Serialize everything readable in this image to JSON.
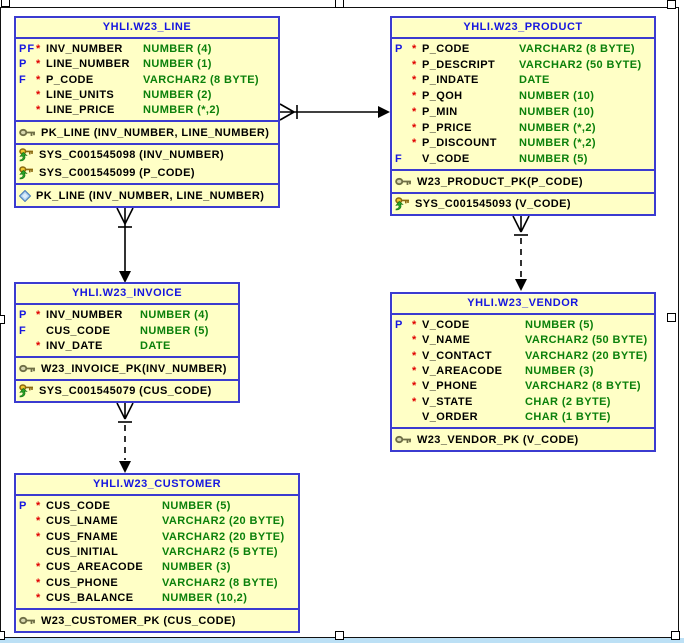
{
  "required_marker": "*",
  "colors": {
    "table_fill": "#ffffc6",
    "table_border": "#3b3bd0",
    "title_text": "#1616e0",
    "key_marker": "#1616e0",
    "required_star": "#e00000",
    "type_text": "#0b800b",
    "relationship_line": "#000000",
    "bottom_strip": "#bce0f5"
  },
  "tables": [
    {
      "id": "line",
      "title": "YHLI.W23_LINE",
      "columns": [
        {
          "keys": "PF",
          "required": true,
          "name": "INV_NUMBER",
          "type": "NUMBER (4)"
        },
        {
          "keys": "P",
          "required": true,
          "name": "LINE_NUMBER",
          "type": "NUMBER (1)"
        },
        {
          "keys": "F",
          "required": true,
          "name": "P_CODE",
          "type": "VARCHAR2 (8 BYTE)"
        },
        {
          "keys": "",
          "required": true,
          "name": "LINE_UNITS",
          "type": "NUMBER (2)"
        },
        {
          "keys": "",
          "required": true,
          "name": "LINE_PRICE",
          "type": "NUMBER (*,2)"
        }
      ],
      "primary_key": "PK_LINE (INV_NUMBER, LINE_NUMBER)",
      "indexes": [
        "SYS_C001545098 (INV_NUMBER)",
        "SYS_C001545099 (P_CODE)"
      ],
      "unique_keys": [
        "PK_LINE (INV_NUMBER, LINE_NUMBER)"
      ]
    },
    {
      "id": "product",
      "title": "YHLI.W23_PRODUCT",
      "columns": [
        {
          "keys": "P",
          "required": true,
          "name": "P_CODE",
          "type": "VARCHAR2 (8 BYTE)"
        },
        {
          "keys": "",
          "required": true,
          "name": "P_DESCRIPT",
          "type": "VARCHAR2 (50 BYTE)"
        },
        {
          "keys": "",
          "required": true,
          "name": "P_INDATE",
          "type": "DATE"
        },
        {
          "keys": "",
          "required": true,
          "name": "P_QOH",
          "type": "NUMBER (10)"
        },
        {
          "keys": "",
          "required": true,
          "name": "P_MIN",
          "type": "NUMBER (10)"
        },
        {
          "keys": "",
          "required": true,
          "name": "P_PRICE",
          "type": "NUMBER (*,2)"
        },
        {
          "keys": "",
          "required": true,
          "name": "P_DISCOUNT",
          "type": "NUMBER (*,2)"
        },
        {
          "keys": "F",
          "required": false,
          "name": "V_CODE",
          "type": "NUMBER (5)"
        }
      ],
      "primary_key": "W23_PRODUCT_PK(P_CODE)",
      "indexes": [
        "SYS_C001545093 (V_CODE)"
      ],
      "unique_keys": []
    },
    {
      "id": "invoice",
      "title": "YHLI.W23_INVOICE",
      "columns": [
        {
          "keys": "P",
          "required": true,
          "name": "INV_NUMBER",
          "type": "NUMBER (4)"
        },
        {
          "keys": "F",
          "required": false,
          "name": "CUS_CODE",
          "type": "NUMBER (5)"
        },
        {
          "keys": "",
          "required": true,
          "name": "INV_DATE",
          "type": "DATE"
        }
      ],
      "primary_key": "W23_INVOICE_PK(INV_NUMBER)",
      "indexes": [
        "SYS_C001545079 (CUS_CODE)"
      ],
      "unique_keys": []
    },
    {
      "id": "vendor",
      "title": "YHLI.W23_VENDOR",
      "columns": [
        {
          "keys": "P",
          "required": true,
          "name": "V_CODE",
          "type": "NUMBER (5)"
        },
        {
          "keys": "",
          "required": true,
          "name": "V_NAME",
          "type": "VARCHAR2 (50 BYTE)"
        },
        {
          "keys": "",
          "required": true,
          "name": "V_CONTACT",
          "type": "VARCHAR2 (20 BYTE)"
        },
        {
          "keys": "",
          "required": true,
          "name": "V_AREACODE",
          "type": "NUMBER (3)"
        },
        {
          "keys": "",
          "required": true,
          "name": "V_PHONE",
          "type": "VARCHAR2 (8 BYTE)"
        },
        {
          "keys": "",
          "required": true,
          "name": "V_STATE",
          "type": "CHAR (2 BYTE)"
        },
        {
          "keys": "",
          "required": false,
          "name": "V_ORDER",
          "type": "CHAR (1 BYTE)"
        }
      ],
      "primary_key": "W23_VENDOR_PK (V_CODE)",
      "indexes": [],
      "unique_keys": []
    },
    {
      "id": "customer",
      "title": "YHLI.W23_CUSTOMER",
      "columns": [
        {
          "keys": "P",
          "required": true,
          "name": "CUS_CODE",
          "type": "NUMBER (5)"
        },
        {
          "keys": "",
          "required": true,
          "name": "CUS_LNAME",
          "type": "VARCHAR2 (20 BYTE)"
        },
        {
          "keys": "",
          "required": true,
          "name": "CUS_FNAME",
          "type": "VARCHAR2 (20 BYTE)"
        },
        {
          "keys": "",
          "required": false,
          "name": "CUS_INITIAL",
          "type": "VARCHAR2 (5 BYTE)"
        },
        {
          "keys": "",
          "required": true,
          "name": "CUS_AREACODE",
          "type": "NUMBER (3)"
        },
        {
          "keys": "",
          "required": true,
          "name": "CUS_PHONE",
          "type": "VARCHAR2 (8 BYTE)"
        },
        {
          "keys": "",
          "required": true,
          "name": "CUS_BALANCE",
          "type": "NUMBER (10,2)"
        }
      ],
      "primary_key": "W23_CUSTOMER_PK (CUS_CODE)",
      "indexes": [],
      "unique_keys": []
    }
  ],
  "relationships": [
    {
      "from": "W23_LINE",
      "to": "W23_PRODUCT",
      "style": "solid",
      "many_end": "W23_LINE"
    },
    {
      "from": "W23_LINE",
      "to": "W23_INVOICE",
      "style": "solid",
      "many_end": "W23_LINE"
    },
    {
      "from": "W23_INVOICE",
      "to": "W23_CUSTOMER",
      "style": "dashed",
      "many_end": "W23_INVOICE"
    },
    {
      "from": "W23_PRODUCT",
      "to": "W23_VENDOR",
      "style": "dashed",
      "many_end": "W23_PRODUCT"
    }
  ]
}
